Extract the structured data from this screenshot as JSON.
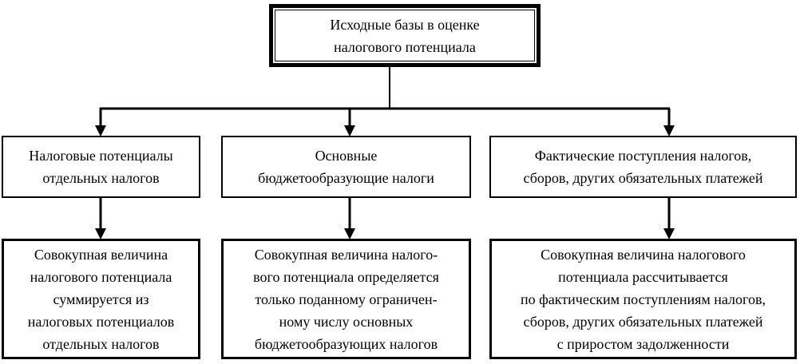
{
  "diagram": {
    "root": {
      "label": "Исходные базы в оценке\nналогового потенциала"
    },
    "branches": [
      {
        "base": "Налоговые потенциалы\nотдельных налогов",
        "method": "Совокупная величина\nналогового потенциала\nсуммируется из\nналоговых потенциалов\nотдельных налогов"
      },
      {
        "base": "Основные\nбюджетообразующие налоги",
        "method": "Совокупная величина налого-\nвого потенциала определяется\nтолько поданному ограничен-\nному числу основных\nбюджетообразующих налогов"
      },
      {
        "base": "Фактические поступления налогов,\nсборов, других обязательных платежей",
        "method": "Совокупная величина налогового\nпотенциала рассчитывается\nпо фактическим поступлениям налогов,\nсборов, других обязательных платежей\nс приростом задолженности"
      }
    ]
  },
  "colors": {
    "line": "#000000",
    "text": "#000000",
    "background": "#ffffff"
  }
}
